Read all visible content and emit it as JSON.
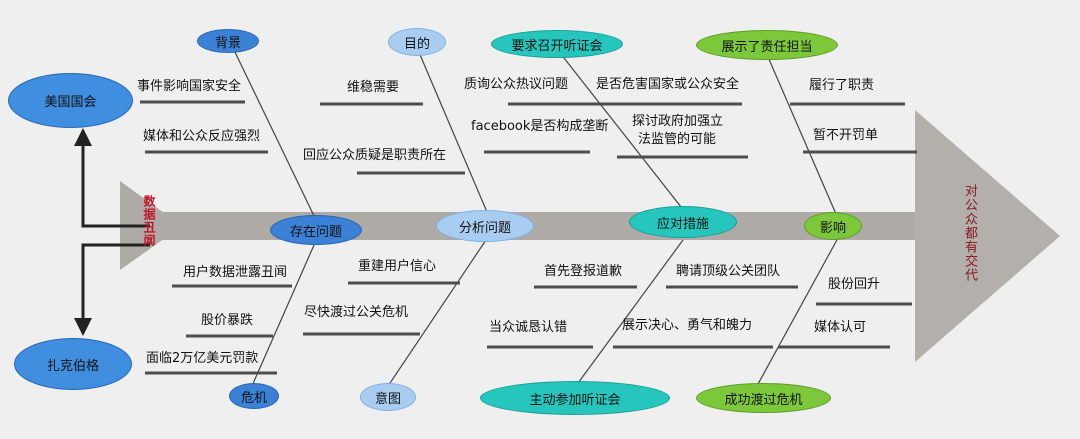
{
  "diagram": {
    "head": "数据丑闻",
    "tail": "对公众都有交代",
    "left_top": "美国国会",
    "left_bottom": "扎克伯格",
    "spine_nodes": [
      "存在问题",
      "分析问题",
      "应对措施",
      "影响"
    ],
    "top_nodes": [
      "背景",
      "目的",
      "要求召开听证会",
      "展示了责任担当"
    ],
    "bottom_nodes": [
      "危机",
      "意图",
      "主动参加听证会",
      "成功渡过危机"
    ],
    "top_labels": {
      "bg1": "事件影响国家安全",
      "bg2": "媒体和公众反应强烈",
      "p1": "维稳需要",
      "p2": "回应公众质疑是职责所在",
      "h1": "质询公众热议问题",
      "h2": "是否危害国家或公众安全",
      "h3": "facebook是否构成垄断",
      "h4a": "探讨政府加强立",
      "h4b": "法监管的可能",
      "r1": "履行了职责",
      "r2": "暂不开罚单"
    },
    "bottom_labels": {
      "c1": "用户数据泄露丑闻",
      "c2": "股价暴跌",
      "c3": "面临2万亿美元罚款",
      "i1": "重建用户信心",
      "i2": "尽快渡过公关危机",
      "a1": "首先登报道歉",
      "a2": "聘请顶级公关团队",
      "a3": "当众诚恳认错",
      "a4": "展示决心、勇气和魄力",
      "s1": "股份回升",
      "s2": "媒体认可"
    }
  }
}
